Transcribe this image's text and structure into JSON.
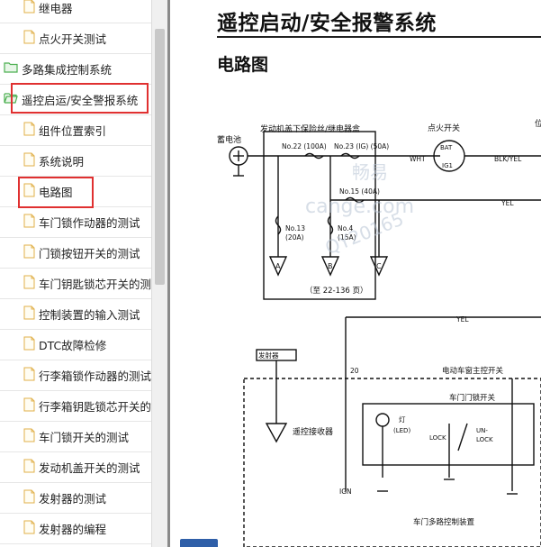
{
  "sidebar": {
    "items": [
      {
        "type": "leaf",
        "label": "继电器"
      },
      {
        "type": "leaf",
        "label": "点火开关测试"
      },
      {
        "type": "folder",
        "label": "多路集成控制系统"
      },
      {
        "type": "folder-open",
        "label": "遥控启运/安全警报系统"
      },
      {
        "type": "leaf",
        "label": "组件位置索引"
      },
      {
        "type": "leaf",
        "label": "系统说明"
      },
      {
        "type": "leaf",
        "label": "电路图"
      },
      {
        "type": "leaf",
        "label": "车门锁作动器的测试"
      },
      {
        "type": "leaf",
        "label": "门锁按钮开关的测试"
      },
      {
        "type": "leaf",
        "label": "车门钥匙锁芯开关的测"
      },
      {
        "type": "leaf",
        "label": "控制装置的输入测试"
      },
      {
        "type": "leaf",
        "label": "DTC故障检修"
      },
      {
        "type": "leaf",
        "label": "行李箱锁作动器的测试"
      },
      {
        "type": "leaf",
        "label": "行李箱钥匙锁芯开关的"
      },
      {
        "type": "leaf",
        "label": "车门锁开关的测试"
      },
      {
        "type": "leaf",
        "label": "发动机盖开关的测试"
      },
      {
        "type": "leaf",
        "label": "发射器的测试"
      },
      {
        "type": "leaf",
        "label": "发射器的编程"
      }
    ]
  },
  "content": {
    "title": "遥控启动/安全报警系统",
    "section": "电路图"
  },
  "diagram": {
    "battery": "蓄电池",
    "fuse_box": "发动机盖下保险丝/继电器盒",
    "ignition_switch": "点火开关",
    "fuse22": "No.22 (100A)",
    "fuse23": "No.23 (IG) (50A)",
    "fuse15": "No.15 (40A)",
    "fuse13": "No.13",
    "fuse13_amp": "(20A)",
    "fuse4": "No.4",
    "fuse4_amp": "(15A)",
    "node_a": "A",
    "node_b": "B",
    "node_c": "C",
    "page_ref": "（至 22-136 页）",
    "wire_wht": "WHT",
    "wire_blk_yel": "BLK/YEL",
    "wire_yel1": "YEL",
    "wire_yel2": "YEL",
    "bat": "BAT",
    "ig1": "IG1",
    "cut_char": "位",
    "transmitter": "发射器",
    "receiver": "遥控接收器",
    "pin20": "20",
    "pin_ign": "IGN",
    "window_switch": "电动车窗主控开关",
    "door_lock_switch": "车门门锁开关",
    "lamp": "灯",
    "led": "(LED)",
    "lock": "LOCK",
    "un": "UN-",
    "unlock_lock": "LOCK",
    "control_unit": "车门多路控制装置",
    "watermark1": "畅易",
    "watermark2": "cange.com",
    "watermark3": "QY20165"
  },
  "colors": {
    "highlight": "#e03030",
    "folder": "#5cb85c",
    "leaf_icon": "#f0c060"
  }
}
